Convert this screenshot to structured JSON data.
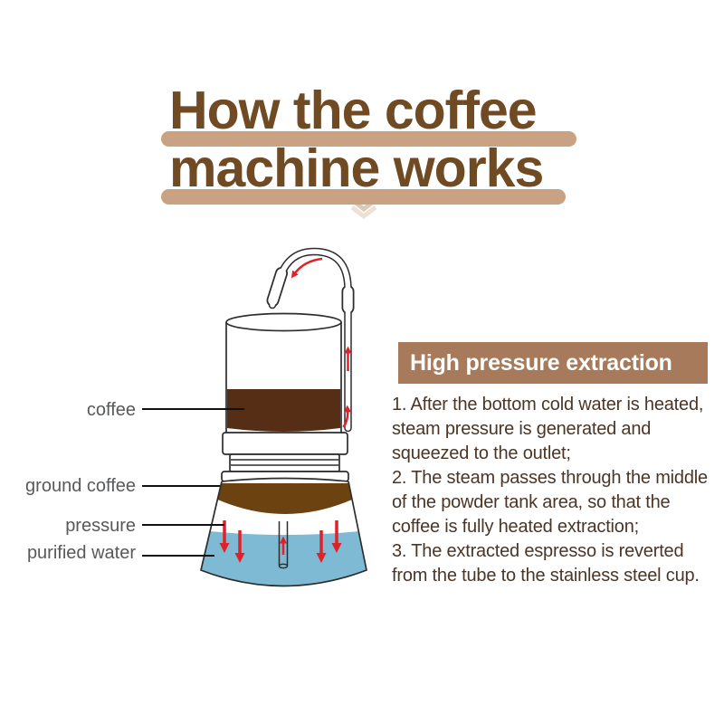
{
  "title": {
    "line1": "How the coffee",
    "line2": "machine works"
  },
  "diagram": {
    "labels": [
      {
        "text": "coffee"
      },
      {
        "text": "ground coffee"
      },
      {
        "text": "pressure"
      },
      {
        "text": "purified water"
      }
    ]
  },
  "panel": {
    "heading": "High pressure extraction",
    "steps": [
      "1. After the bottom cold water is heated,\nsteam pressure is generated and\nsqueezed to the outlet;",
      "2. The steam passes through the middle\nof the powder tank area, so that the\ncoffee is fully heated extraction;",
      "3. The extracted espresso is reverted\nfrom the tube to the stainless steel cup."
    ]
  },
  "colors": {
    "title_brown": "#6F4A23",
    "highlight_tan": "#C9A183",
    "banner_brown": "#A67A5B",
    "body_text": "#4B3526",
    "label_gray": "#58595B",
    "coffee_dark": "#552E15",
    "ground_coffee": "#6B4210",
    "water_blue": "#7FBAD4",
    "arrow_red": "#E02128"
  }
}
